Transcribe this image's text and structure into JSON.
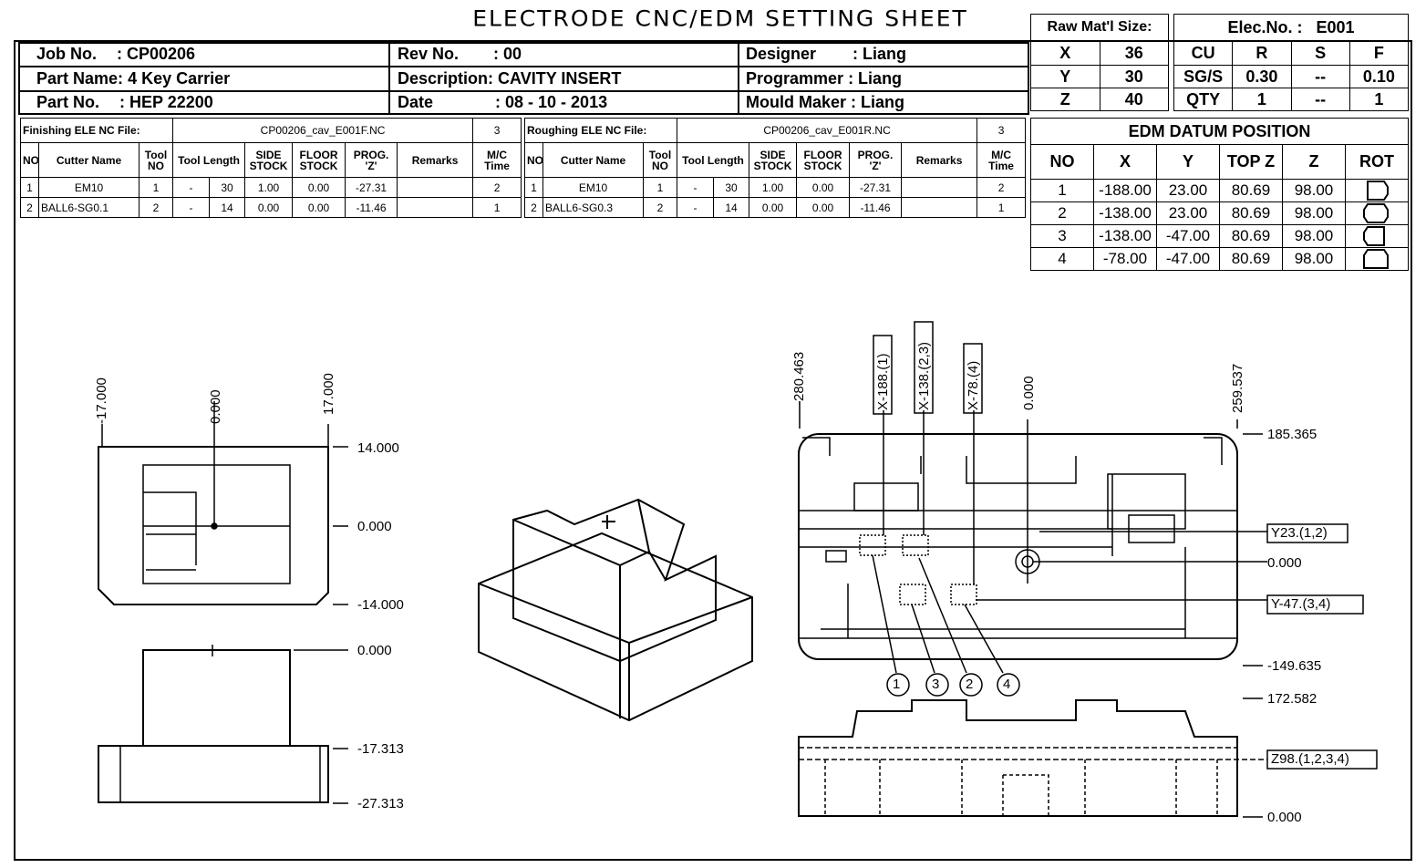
{
  "title": "ELECTRODE CNC/EDM SETTING SHEET",
  "header": {
    "job_label": "Job No.",
    "job_value": ": CP00206",
    "part_name_label": "Part Name:",
    "part_name_value": "4 Key Carrier",
    "part_no_label": "Part No.",
    "part_no_value": ": HEP 22200",
    "rev_label": "Rev No.",
    "rev_value": ": 00",
    "desc_label": "Description:",
    "desc_value": "CAVITY INSERT",
    "date_label": "Date",
    "date_value": ":   08 - 10 - 2013",
    "designer_label": "Designer",
    "designer_value": ": Liang",
    "programmer_label": "Programmer",
    "programmer_value": ": Liang",
    "mould_label": "Mould Maker",
    "mould_value": ": Liang"
  },
  "raw_mat": {
    "label": "Raw Mat'l Size:",
    "rows": [
      [
        "X",
        "36"
      ],
      [
        "Y",
        "30"
      ],
      [
        "Z",
        "40"
      ]
    ]
  },
  "elec": {
    "label": "Elec.No. :",
    "value": "E001",
    "head": [
      "CU",
      "R",
      "S",
      "F"
    ],
    "rows": [
      [
        "SG/S",
        "0.30",
        "--",
        "0.10"
      ],
      [
        "QTY",
        "1",
        "--",
        "1"
      ]
    ]
  },
  "columns": {
    "no": "NO",
    "cutter": "Cutter Name",
    "tool_no": "Tool NO",
    "tool_len": "Tool Length",
    "side": "SIDE STOCK",
    "floor": "FLOOR STOCK",
    "prog": "PROG. 'Z'",
    "remarks": "Remarks",
    "mc": "M/C Time"
  },
  "finishing": {
    "label": "Finishing ELE NC File:",
    "file": "CP00206_cav_E001F.NC",
    "count": "3",
    "rows": [
      [
        "1",
        "EM10",
        "1",
        "-",
        "30",
        "1.00",
        "0.00",
        "-27.31",
        "",
        "2"
      ],
      [
        "2",
        "BALL6-SG0.1",
        "2",
        "-",
        "14",
        "0.00",
        "0.00",
        "-11.46",
        "",
        "1"
      ]
    ]
  },
  "roughing": {
    "label": "Roughing ELE NC File:",
    "file": "CP00206_cav_E001R.NC",
    "count": "3",
    "rows": [
      [
        "1",
        "EM10",
        "1",
        "-",
        "30",
        "1.00",
        "0.00",
        "-27.31",
        "",
        "2"
      ],
      [
        "2",
        "BALL6-SG0.3",
        "2",
        "-",
        "14",
        "0.00",
        "0.00",
        "-11.46",
        "",
        "1"
      ]
    ]
  },
  "edm": {
    "title": "EDM DATUM POSITION",
    "head": [
      "NO",
      "X",
      "Y",
      "TOP Z",
      "Z",
      "ROT"
    ],
    "rows": [
      [
        "1",
        "-188.00",
        "23.00",
        "80.69",
        "98.00"
      ],
      [
        "2",
        "-138.00",
        "23.00",
        "80.69",
        "98.00"
      ],
      [
        "3",
        "-138.00",
        "-47.00",
        "80.69",
        "98.00"
      ],
      [
        "4",
        "-78.00",
        "-47.00",
        "80.69",
        "98.00"
      ]
    ]
  },
  "left_view": {
    "x_dims": [
      "-17.000",
      "0.000",
      "17.000"
    ],
    "y_dims": [
      "14.000",
      "0.000",
      "-14.000"
    ],
    "z_dims": [
      "0.000",
      "-17.313",
      "-27.313"
    ]
  },
  "right_view": {
    "x_dims": [
      "-280.463",
      "X-188.(1)",
      "X-138.(2,3)",
      "X-78.(4)",
      "0.000",
      "259.537"
    ],
    "y_dims": [
      "185.365",
      "Y23.(1,2)",
      "0.000",
      "Y-47.(3,4)",
      "-149.635"
    ],
    "z_dims": [
      "172.582",
      "Z98.(1,2,3,4)",
      "0.000"
    ],
    "callouts": [
      "1",
      "3",
      "2",
      "4"
    ]
  }
}
